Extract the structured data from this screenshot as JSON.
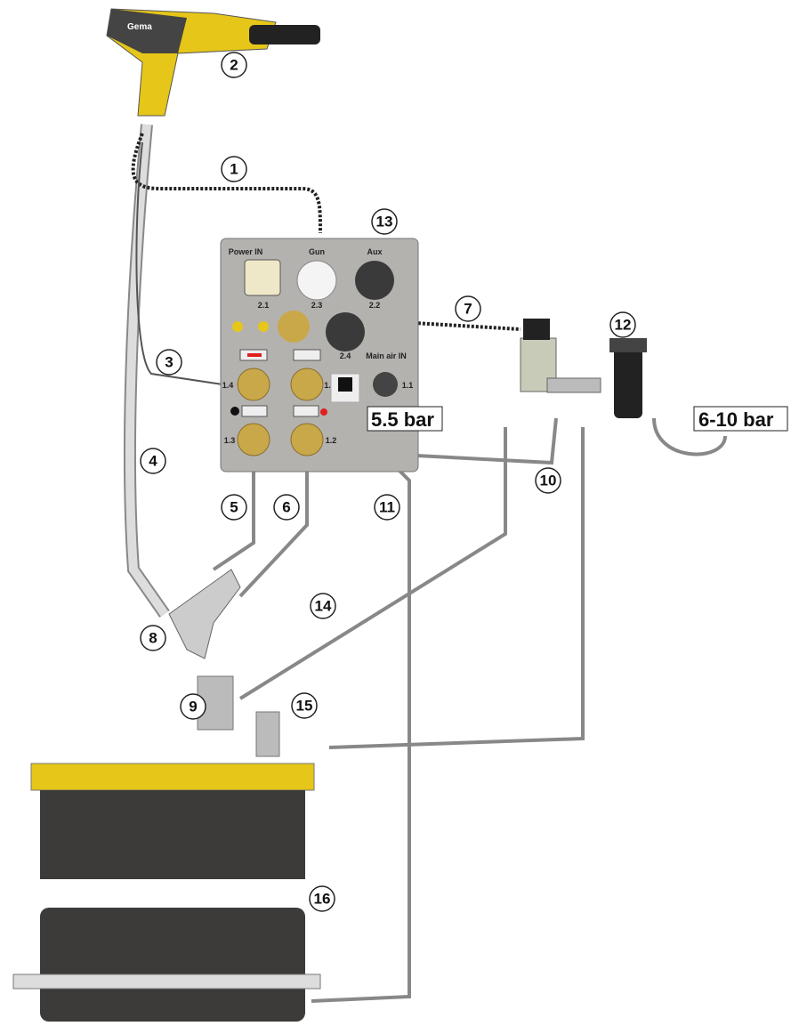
{
  "brand": "Gema",
  "panel": {
    "power_in": "Power IN",
    "gun": "Gun",
    "aux": "Aux",
    "c21": "2.1",
    "c23": "2.3",
    "c22": "2.2",
    "c24": "2.4",
    "main_air": "Main air IN",
    "c11": "1.1",
    "c14": "1.4",
    "c15": "1.",
    "c13": "1.3",
    "c12": "1.2"
  },
  "pressure_panel": "5.5 bar",
  "pressure_supply": "6-10 bar",
  "callouts": [
    "1",
    "2",
    "3",
    "4",
    "5",
    "6",
    "7",
    "8",
    "9",
    "10",
    "11",
    "12",
    "13",
    "14",
    "15",
    "16"
  ],
  "colors": {
    "yellow": "#e6c619",
    "panel": "#b4b2af",
    "drum": "#3d3b3a",
    "brass": "#c9a84a",
    "red": "#e02020"
  }
}
